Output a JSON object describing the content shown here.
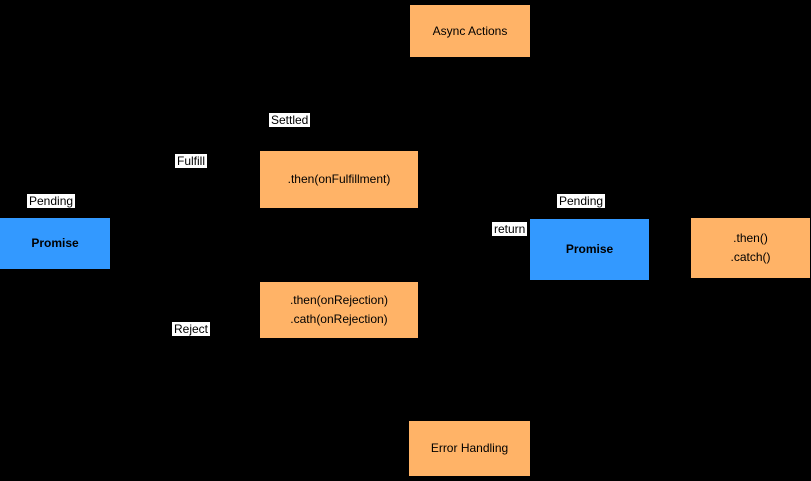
{
  "diagram": {
    "title": "Promise async flow diagram",
    "colors": {
      "node_orange": "#ffb367",
      "node_blue": "#3399ff",
      "label_bg": "#ffffff",
      "text": "#000000",
      "background": "#000000"
    },
    "nodes": {
      "async_actions": {
        "label": "Async Actions"
      },
      "then_fulfillment": {
        "label": ".then(onFulfillment)"
      },
      "promise_left": {
        "label": "Promise"
      },
      "then_rejection": {
        "line1": ".then(onRejection)",
        "line2": ".cath(onRejection)"
      },
      "promise_right": {
        "label": "Promise"
      },
      "then_catch": {
        "line1": ".then()",
        "line2": ".catch()"
      },
      "error_handling": {
        "label": "Error Handling"
      }
    },
    "edge_labels": {
      "pending_left": "Pending",
      "fulfill": "Fulfill",
      "settled": "Settled",
      "reject": "Reject",
      "return": "return",
      "pending_right": "Pending"
    }
  }
}
